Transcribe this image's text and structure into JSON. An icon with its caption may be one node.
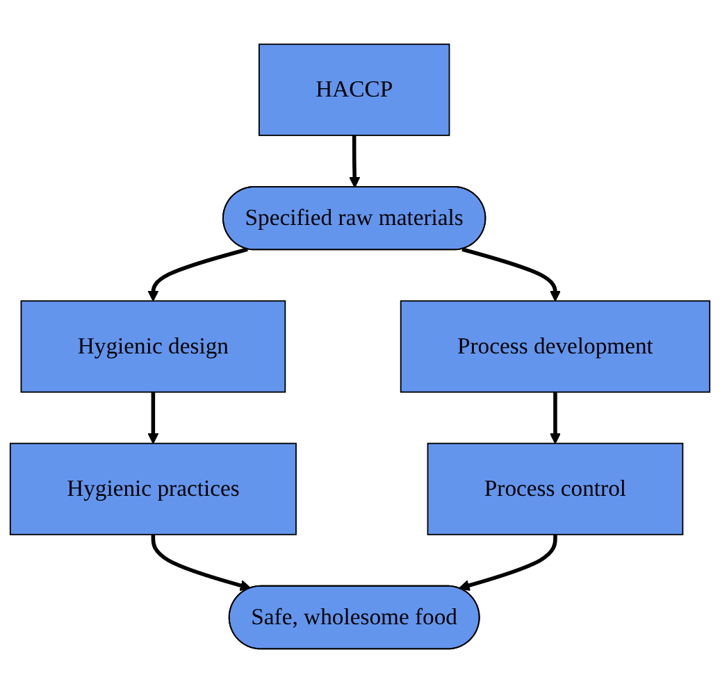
{
  "diagram": {
    "nodes": [
      {
        "text": [
          "HACCP"
        ]
      },
      {
        "text": [
          "Specified raw materials"
        ]
      },
      {
        "text": [
          "Hygienic design"
        ]
      },
      {
        "text": [
          "Process development"
        ]
      },
      {
        "text": [
          "Hygienic practices"
        ]
      },
      {
        "text": [
          "Process control"
        ]
      },
      {
        "text": [
          "Safe, wholesome food"
        ]
      }
    ],
    "edges": [
      {
        "from": 0,
        "to": 1,
        "arrow": "to"
      },
      {
        "from": 1,
        "to": 2,
        "arrow": "to"
      },
      {
        "from": 1,
        "to": 3,
        "arrow": "to"
      },
      {
        "from": 2,
        "to": 4,
        "arrow": "to"
      },
      {
        "from": 3,
        "to": 5,
        "arrow": "to"
      },
      {
        "from": 4,
        "to": 6,
        "arrow": "to"
      },
      {
        "from": 5,
        "to": 6,
        "arrow": "to"
      }
    ]
  }
}
